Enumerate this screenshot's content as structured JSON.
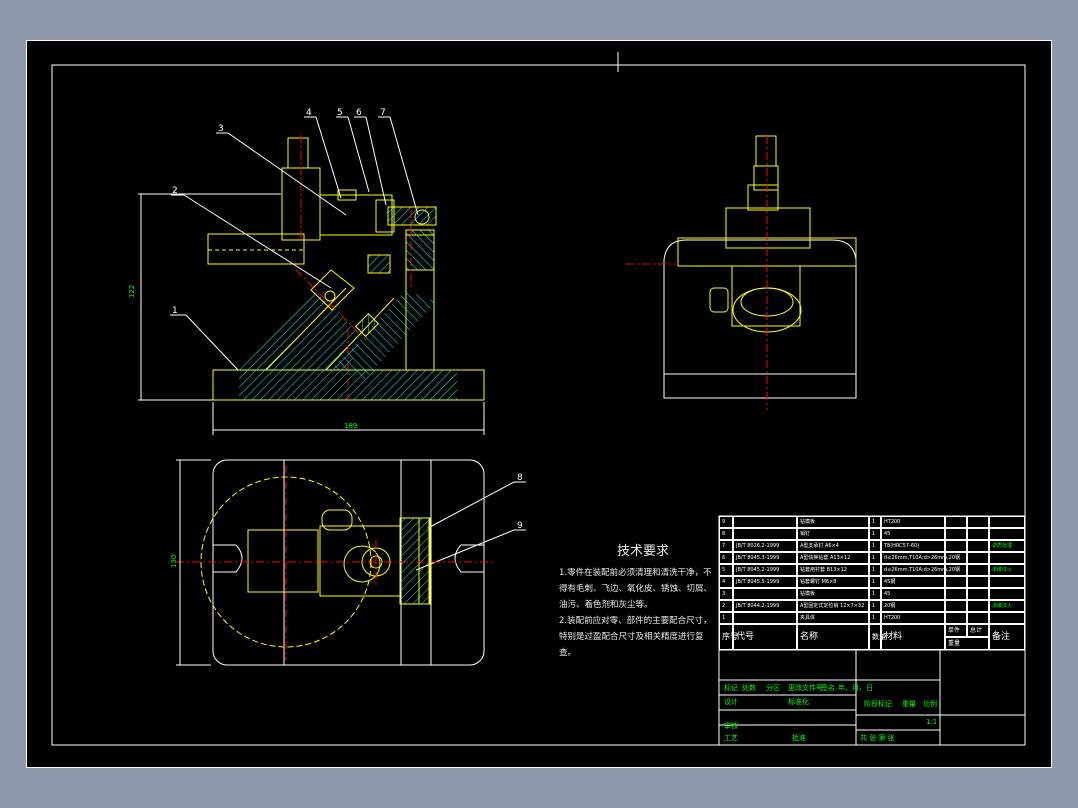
{
  "drawing": {
    "balloons": [
      "1",
      "2",
      "3",
      "4",
      "5",
      "6",
      "7",
      "8",
      "9"
    ],
    "dimensions": {
      "front_height": "122",
      "front_width": "189",
      "top_height": "130"
    },
    "colors": {
      "background": "#000000",
      "border": "#ffffff",
      "outline": "#ffff00",
      "hatch": "#00ffff",
      "centerline": "#ff0000",
      "dimension": "#00ff00",
      "leader": "#ffffff",
      "table_text": "#00ff00"
    }
  },
  "technical_requirements": {
    "title": "技术要求",
    "lines": [
      "1.零件在装配前必须清理和清洗干净，不",
      "得有毛刺、飞边、氧化皮、锈蚀、切屑、",
      "油污、着色剂和灰尘等。",
      "2.装配前应对零、部件的主要配合尺寸，",
      "特别是过盈配合尺寸及相关精度进行复",
      "查。"
    ]
  },
  "parts_list": {
    "rows": [
      {
        "no": "9",
        "code": "",
        "name": "钻模板",
        "qty": "1",
        "material": "HT200",
        "note": ""
      },
      {
        "no": "8",
        "code": "",
        "name": "销钉",
        "qty": "1",
        "material": "45",
        "note": ""
      },
      {
        "no": "7",
        "code": "JB/T 8026.2-1999",
        "name": "A型支承钉 A6×4",
        "qty": "1",
        "material": "T8(HRC57-60)",
        "note": "调质处理"
      },
      {
        "no": "6",
        "code": "JB/T 8045.3-1999",
        "name": "A型快换钻套 A13×12",
        "qty": "1",
        "material": "d≤26mm,T10A;d>26mm,20钢",
        "note": ""
      },
      {
        "no": "5",
        "code": "JB/T 8045.2-1999",
        "name": "钻套用衬套 B13×12",
        "qty": "1",
        "material": "d≤26mm,T10A;d>26mm,20钢",
        "note": "渗碳淬火"
      },
      {
        "no": "4",
        "code": "JB/T 8045.5-1999",
        "name": "钻套螺钉 M6×8",
        "qty": "1",
        "material": "45钢",
        "note": ""
      },
      {
        "no": "3",
        "code": "",
        "name": "钻模板",
        "qty": "1",
        "material": "45",
        "note": ""
      },
      {
        "no": "2",
        "code": "JB/T 8044.2-1999",
        "name": "A型固定式定位销 12×7×32",
        "qty": "1",
        "material": "20钢",
        "note": "渗碳淬火"
      },
      {
        "no": "1",
        "code": "",
        "name": "夹具体",
        "qty": "1",
        "material": "HT200",
        "note": ""
      }
    ],
    "header": {
      "no": "序号",
      "code": "代号",
      "name": "名称",
      "qty": "数量",
      "material": "材料",
      "unit_weight": "单件",
      "total_weight": "总计",
      "weight": "重量",
      "note": "备注"
    }
  },
  "title_block": {
    "rev_labels": [
      "标记",
      "处数",
      "分区",
      "更改文件号",
      "签名",
      "年、月、日"
    ],
    "design": "设计",
    "standardize": "标准化",
    "review": "审核",
    "process": "工艺",
    "approve": "批准",
    "stage": "阶段标记",
    "mass": "重量",
    "scale_label": "比例",
    "scale": "1:1",
    "sheets": "共    张    第    张"
  }
}
